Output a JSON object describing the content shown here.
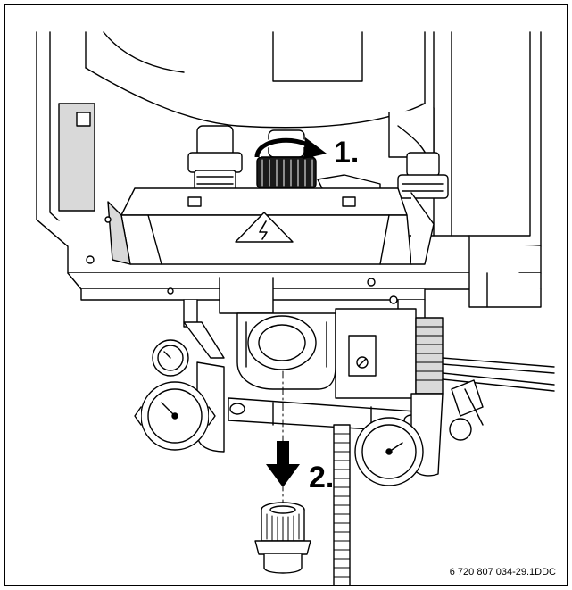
{
  "figure": {
    "step1_label": "1.",
    "step2_label": "2.",
    "document_code": "6 720 807 034-29.1DDC"
  },
  "icons": {
    "warning": "high-voltage-warning-icon",
    "rotate": "rotate-arrow-icon",
    "down": "down-arrow-icon"
  },
  "colors": {
    "line": "#000000",
    "fill": "#ffffff",
    "shade": "#d9d9d9",
    "dark": "#1a1a1a"
  }
}
